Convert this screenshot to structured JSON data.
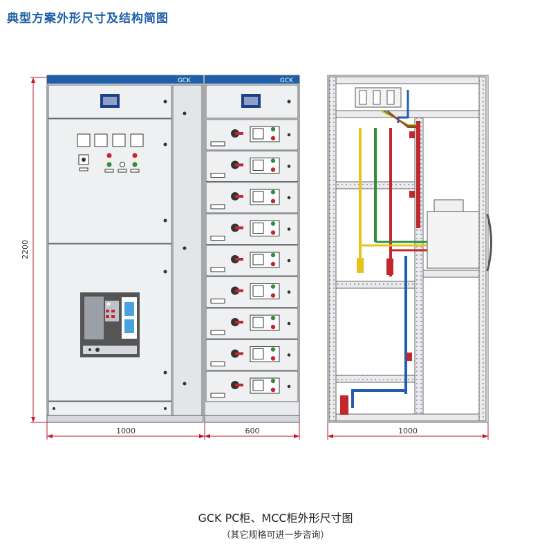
{
  "page_title": "典型方案外形尺寸及结构简图",
  "cabinet_header_left": "GCK",
  "cabinet_header_right": "GCK",
  "dim_height": "2200",
  "dim_width_pc": "1000",
  "dim_width_mcc": "600",
  "dim_width_side": "1000",
  "caption": "GCK  PC柜、MCC柜外形尺寸图",
  "subcaption": "（其它规格可进一步咨询）",
  "colors": {
    "header_blue": "#1e5fa8",
    "panel_gray": "#e9ebee",
    "line": "#555555",
    "red": "#c0282d",
    "green": "#2f8f3a",
    "yellow": "#e5c31a",
    "blue": "#1f5fae",
    "dim_red": "#c21a2a"
  }
}
